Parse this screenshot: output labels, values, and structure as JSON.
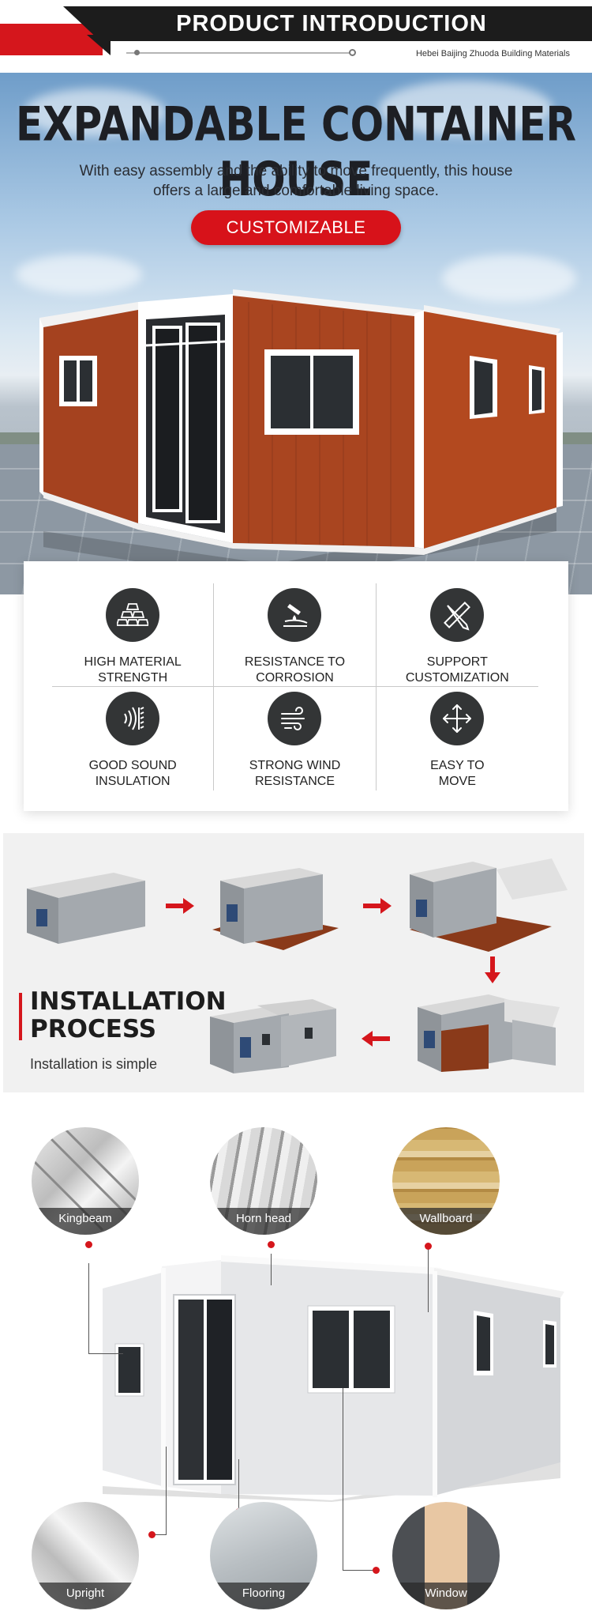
{
  "header": {
    "title": "PRODUCT INTRODUCTION",
    "company": "Hebei Baijing Zhuoda Building Materials"
  },
  "hero": {
    "title": "EXPANDABLE CONTAINER HOUSE",
    "subtitle": "With easy assembly and the ability to move frequently, this house offers a large and comfortable living space.",
    "badge": "CUSTOMIZABLE"
  },
  "features": [
    {
      "label": "HIGH MATERIAL\nSTRENGTH",
      "icon": "gold-bars-icon"
    },
    {
      "label": "RESISTANCE TO\nCORROSION",
      "icon": "corrosion-drop-icon"
    },
    {
      "label": "SUPPORT\nCUSTOMIZATION",
      "icon": "pencil-ruler-icon"
    },
    {
      "label": "GOOD SOUND\nINSULATION",
      "icon": "sound-wave-icon"
    },
    {
      "label": "STRONG WIND\nRESISTANCE",
      "icon": "wind-icon"
    },
    {
      "label": "EASY TO\nMOVE",
      "icon": "move-arrows-icon"
    }
  ],
  "installation": {
    "title": "INSTALLATION\nPROCESS",
    "description": "Installation is simple"
  },
  "components": {
    "top": [
      "Kingbeam",
      "Horn head",
      "Wallboard"
    ],
    "bottom": [
      "Upright",
      "Flooring",
      "Window"
    ]
  },
  "colors": {
    "accent": "#d5161c",
    "dark": "#1c1c1c",
    "icon_bg": "#333536",
    "wood": "#a5421f"
  }
}
